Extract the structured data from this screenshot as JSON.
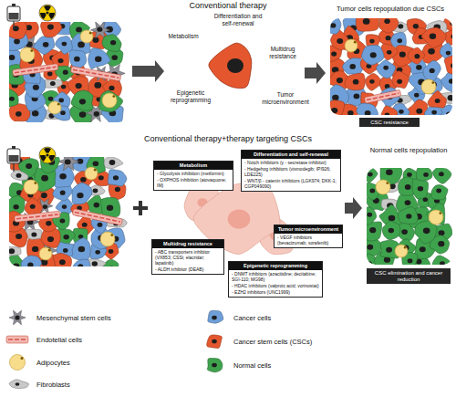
{
  "diagram": {
    "nodes": [
      {
        "text": [
          "Tumor cells repopulation due CSCs"
        ]
      },
      {
        "text": [
          "CSC resistance"
        ],
        "in": 0
      },
      {
        "text": [
          "Metabolism",
          "- Glycolysis inhibition (metformin)",
          "- OXPHOS inhibition (atovaquone; IM)"
        ]
      },
      {
        "text": [
          "Differentiation and self-renewal",
          "- Notch inhibitors (γ - secretase inhibitor)",
          "- Hedgehog inhibitors (vismodegib; IPI926; LDE225)",
          "- WNT/β - catenin inhibitors (LGK974; DKK-1; CGP049090)"
        ]
      },
      {
        "text": [
          "Tumor microenvironment",
          "- VEGF inhibitors (bevacizumab; sorafenib)"
        ]
      },
      {
        "text": [
          "Multidrug resistance",
          "- ABC transporters inhibitor (VX853; CSSi; elacridar; lapatinib)",
          "- ALDH inhibitor (DEAB)"
        ]
      },
      {
        "text": [
          "Epigenetic reprogramming",
          "- DNMT inhibitors (azacitidine; decitabine; SGI-110; MG98)",
          "- HDAC inhibitors (valproic acid; vorinostat)",
          "- EZH2 inhibitors (UNC1999)"
        ]
      },
      {
        "text": [
          "Normal cells repopulation"
        ]
      },
      {
        "text": [
          "CSC elimination and cancer reduction"
        ],
        "in": 7
      }
    ],
    "labels": [
      "Conventional therapy",
      "Metabolism",
      "Differentiation and self-renewal",
      "Multidrug resistance",
      "Epigenetic reprogramming",
      "Tumor microenvironment",
      "Conventional therapy+therapy targeting CSCs"
    ],
    "legend": [
      {
        "text": "Mesenchymal stem cells",
        "color": "#8e8e96"
      },
      {
        "text": "Endotelial cells",
        "color": "#f2b8b0"
      },
      {
        "text": "Adipocytes",
        "color": "#f7dc8c"
      },
      {
        "text": "Fibroblasts",
        "color": "#c8c8c8"
      },
      {
        "text": "Cancer cells",
        "color": "#6f9fd8"
      },
      {
        "text": "Cancer stem cells (CSCs)",
        "color": "#e4572e"
      },
      {
        "text": "Normal cells",
        "color": "#3fa34d"
      }
    ]
  }
}
